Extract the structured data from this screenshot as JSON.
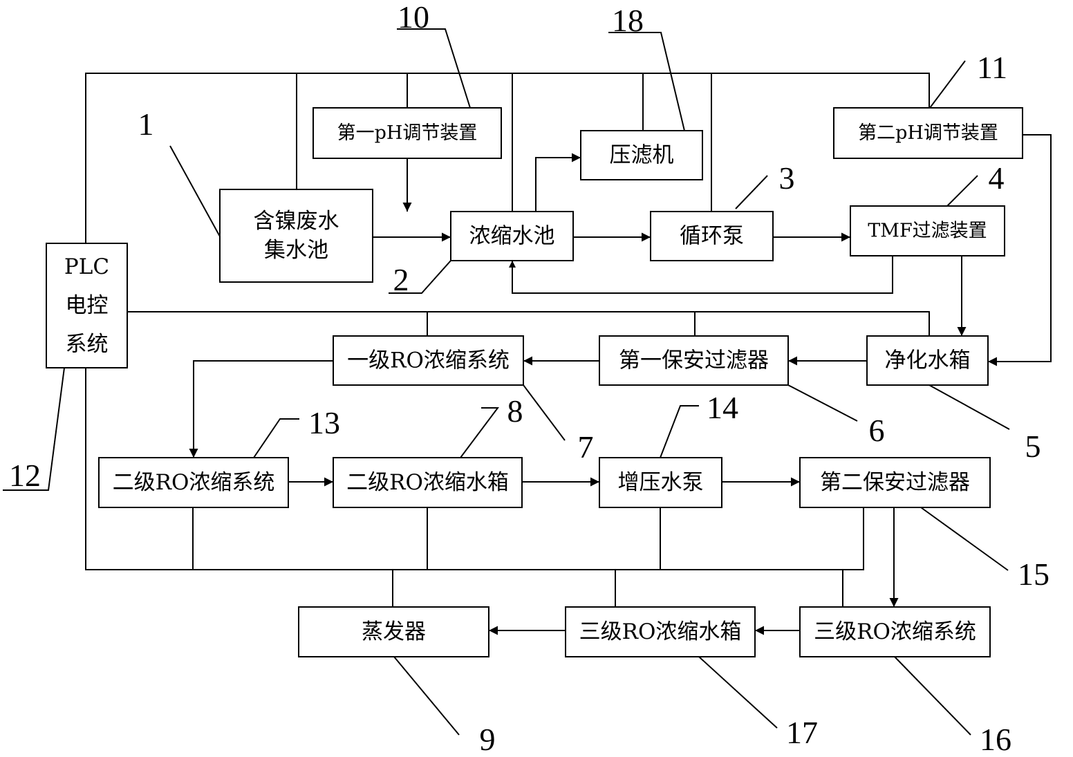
{
  "boxes": {
    "nickel_wastewater_tank": {
      "lines": [
        "含镍废水",
        "集水池"
      ]
    },
    "concentration_pool": {
      "lines": [
        "浓缩水池"
      ]
    },
    "filter_press": {
      "lines": [
        "压滤机"
      ]
    },
    "circulation_pump": {
      "lines": [
        "循环泵"
      ]
    },
    "tmf_filter": {
      "lines": [
        "TMF过滤装置"
      ]
    },
    "first_ph": {
      "lines": [
        "第一pH调节装置"
      ]
    },
    "second_ph": {
      "lines": [
        "第二pH调节装置"
      ]
    },
    "plc": {
      "lines": [
        "PLC",
        "电控",
        "系统"
      ]
    },
    "purified_tank": {
      "lines": [
        "净化水箱"
      ]
    },
    "first_security_filter": {
      "lines": [
        "第一保安过滤器"
      ]
    },
    "ro1_system": {
      "lines": [
        "一级RO浓缩系统"
      ]
    },
    "ro2_system": {
      "lines": [
        "二级RO浓缩系统"
      ]
    },
    "ro2_tank": {
      "lines": [
        "二级RO浓缩水箱"
      ]
    },
    "booster_pump": {
      "lines": [
        "增压水泵"
      ]
    },
    "second_security_filter": {
      "lines": [
        "第二保安过滤器"
      ]
    },
    "evaporator": {
      "lines": [
        "蒸发器"
      ]
    },
    "ro3_tank": {
      "lines": [
        "三级RO浓缩水箱"
      ]
    },
    "ro3_system": {
      "lines": [
        "三级RO浓缩系统"
      ]
    }
  },
  "refs": {
    "nickel_wastewater_tank": "1",
    "concentration_pool": "2",
    "circulation_pump": "3",
    "tmf_filter": "4",
    "purified_tank": "5",
    "first_security_filter": "6",
    "ro1_system": "7",
    "ro2_tank": "8",
    "evaporator": "9",
    "first_ph": "10",
    "second_ph": "11",
    "plc": "12",
    "ro2_system": "13",
    "booster_pump": "14",
    "second_security_filter": "15",
    "ro3_system": "16",
    "ro3_tank": "17",
    "filter_press": "18"
  }
}
